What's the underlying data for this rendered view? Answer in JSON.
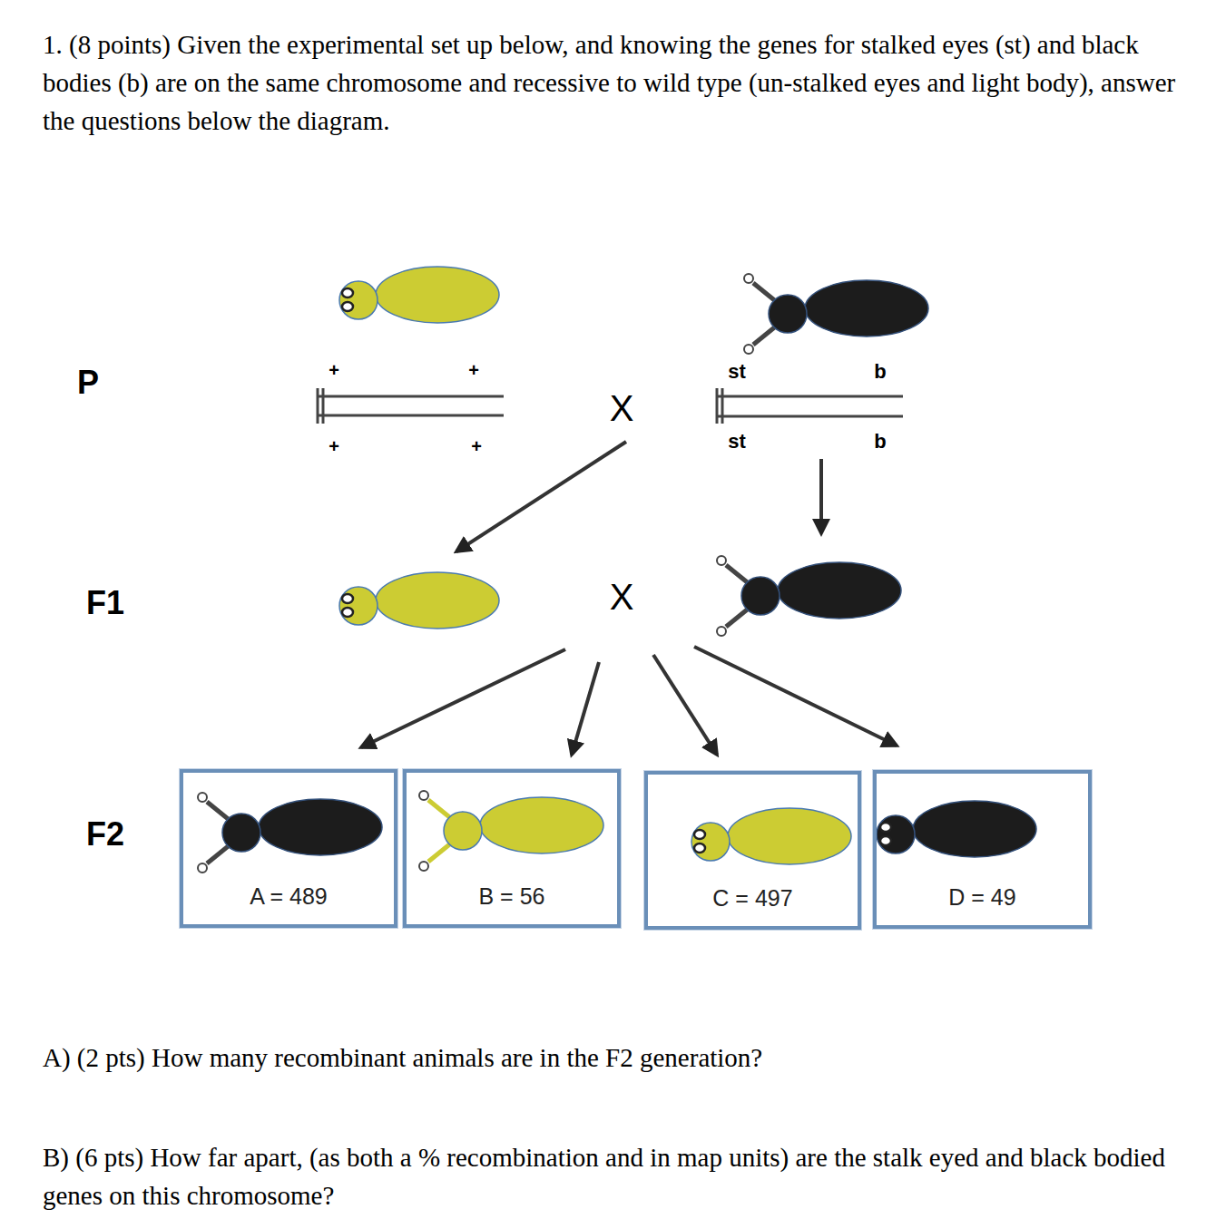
{
  "diagram": {
    "title": "1. (8 points) Given the experimental set up below, and knowing the genes for stalked eyes (st) and black bodies (b) are on the same chromosome and recessive to wild type (un-stalked eyes and light body), answer the questions below the diagram.",
    "nodes": [
      {
        "text": [
          "A = 489"
        ]
      },
      {
        "text": [
          "B = 56"
        ]
      },
      {
        "text": [
          "C = 497"
        ]
      },
      {
        "text": [
          "D = 49"
        ]
      }
    ],
    "labels": [
      "P",
      "+",
      "+",
      "st",
      "b",
      "X",
      "+",
      "+",
      "st",
      "b",
      "F1",
      "X",
      "F2",
      "A) (2 pts) How many recombinant animals are in the F2 generation?",
      "B) (6 pts) How far apart, (as both a % recombination and in map units) are the stalk eyed and black bodied genes on this chromosome?"
    ]
  }
}
